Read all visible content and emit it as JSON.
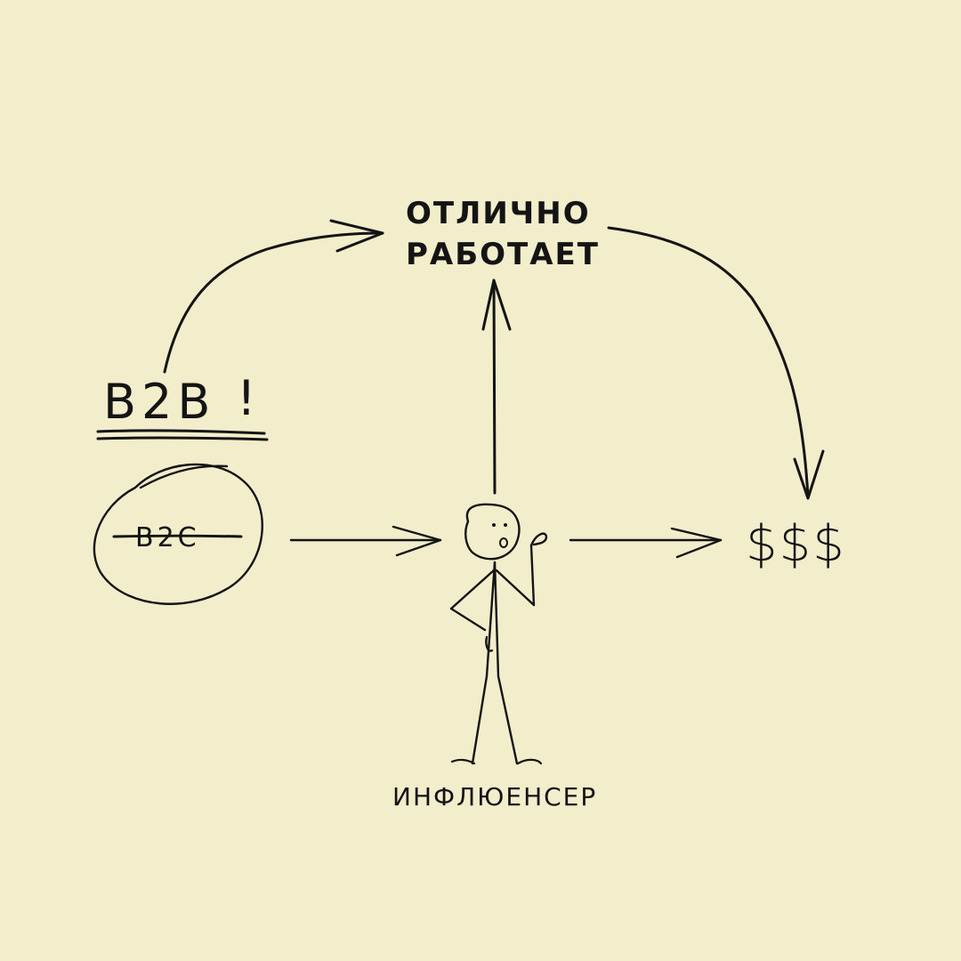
{
  "diagram": {
    "top_label": {
      "line1": "ОТЛИЧНО",
      "line2": "РАБОТАЕТ"
    },
    "b2b_label": "B2B",
    "b2b_mark": "!",
    "b2c_label": "B2C",
    "money_label": "$$$",
    "influencer_label": "ИНФЛЮЕНСЕР"
  }
}
